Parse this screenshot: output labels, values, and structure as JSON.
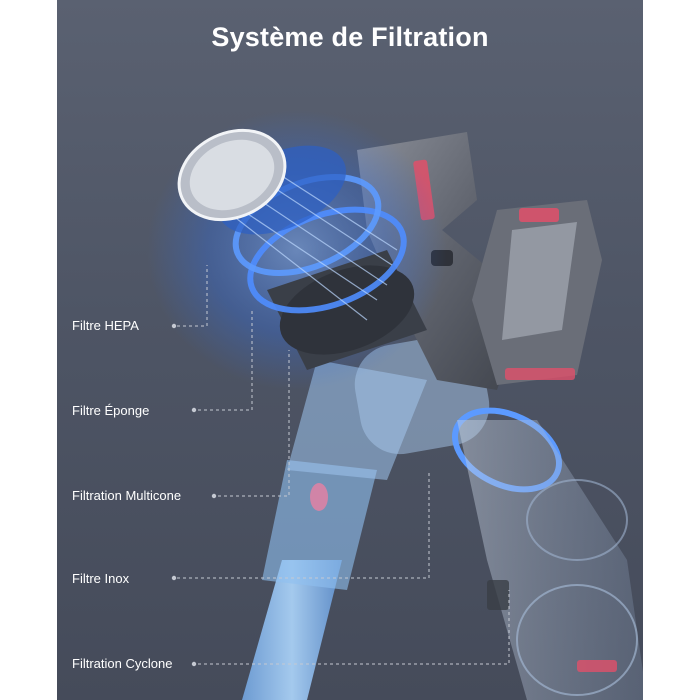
{
  "title": "Système de Filtration",
  "labels": [
    {
      "text": "Filtre HEPA"
    },
    {
      "text": "Filtre Éponge"
    },
    {
      "text": "Filtration Multicone"
    },
    {
      "text": "Filtre Inox"
    },
    {
      "text": "Filtration Cyclone"
    }
  ],
  "colors": {
    "background": "#4e5565",
    "glow": "#3f7dff",
    "accent": "#e0506a",
    "text": "#ffffff"
  }
}
